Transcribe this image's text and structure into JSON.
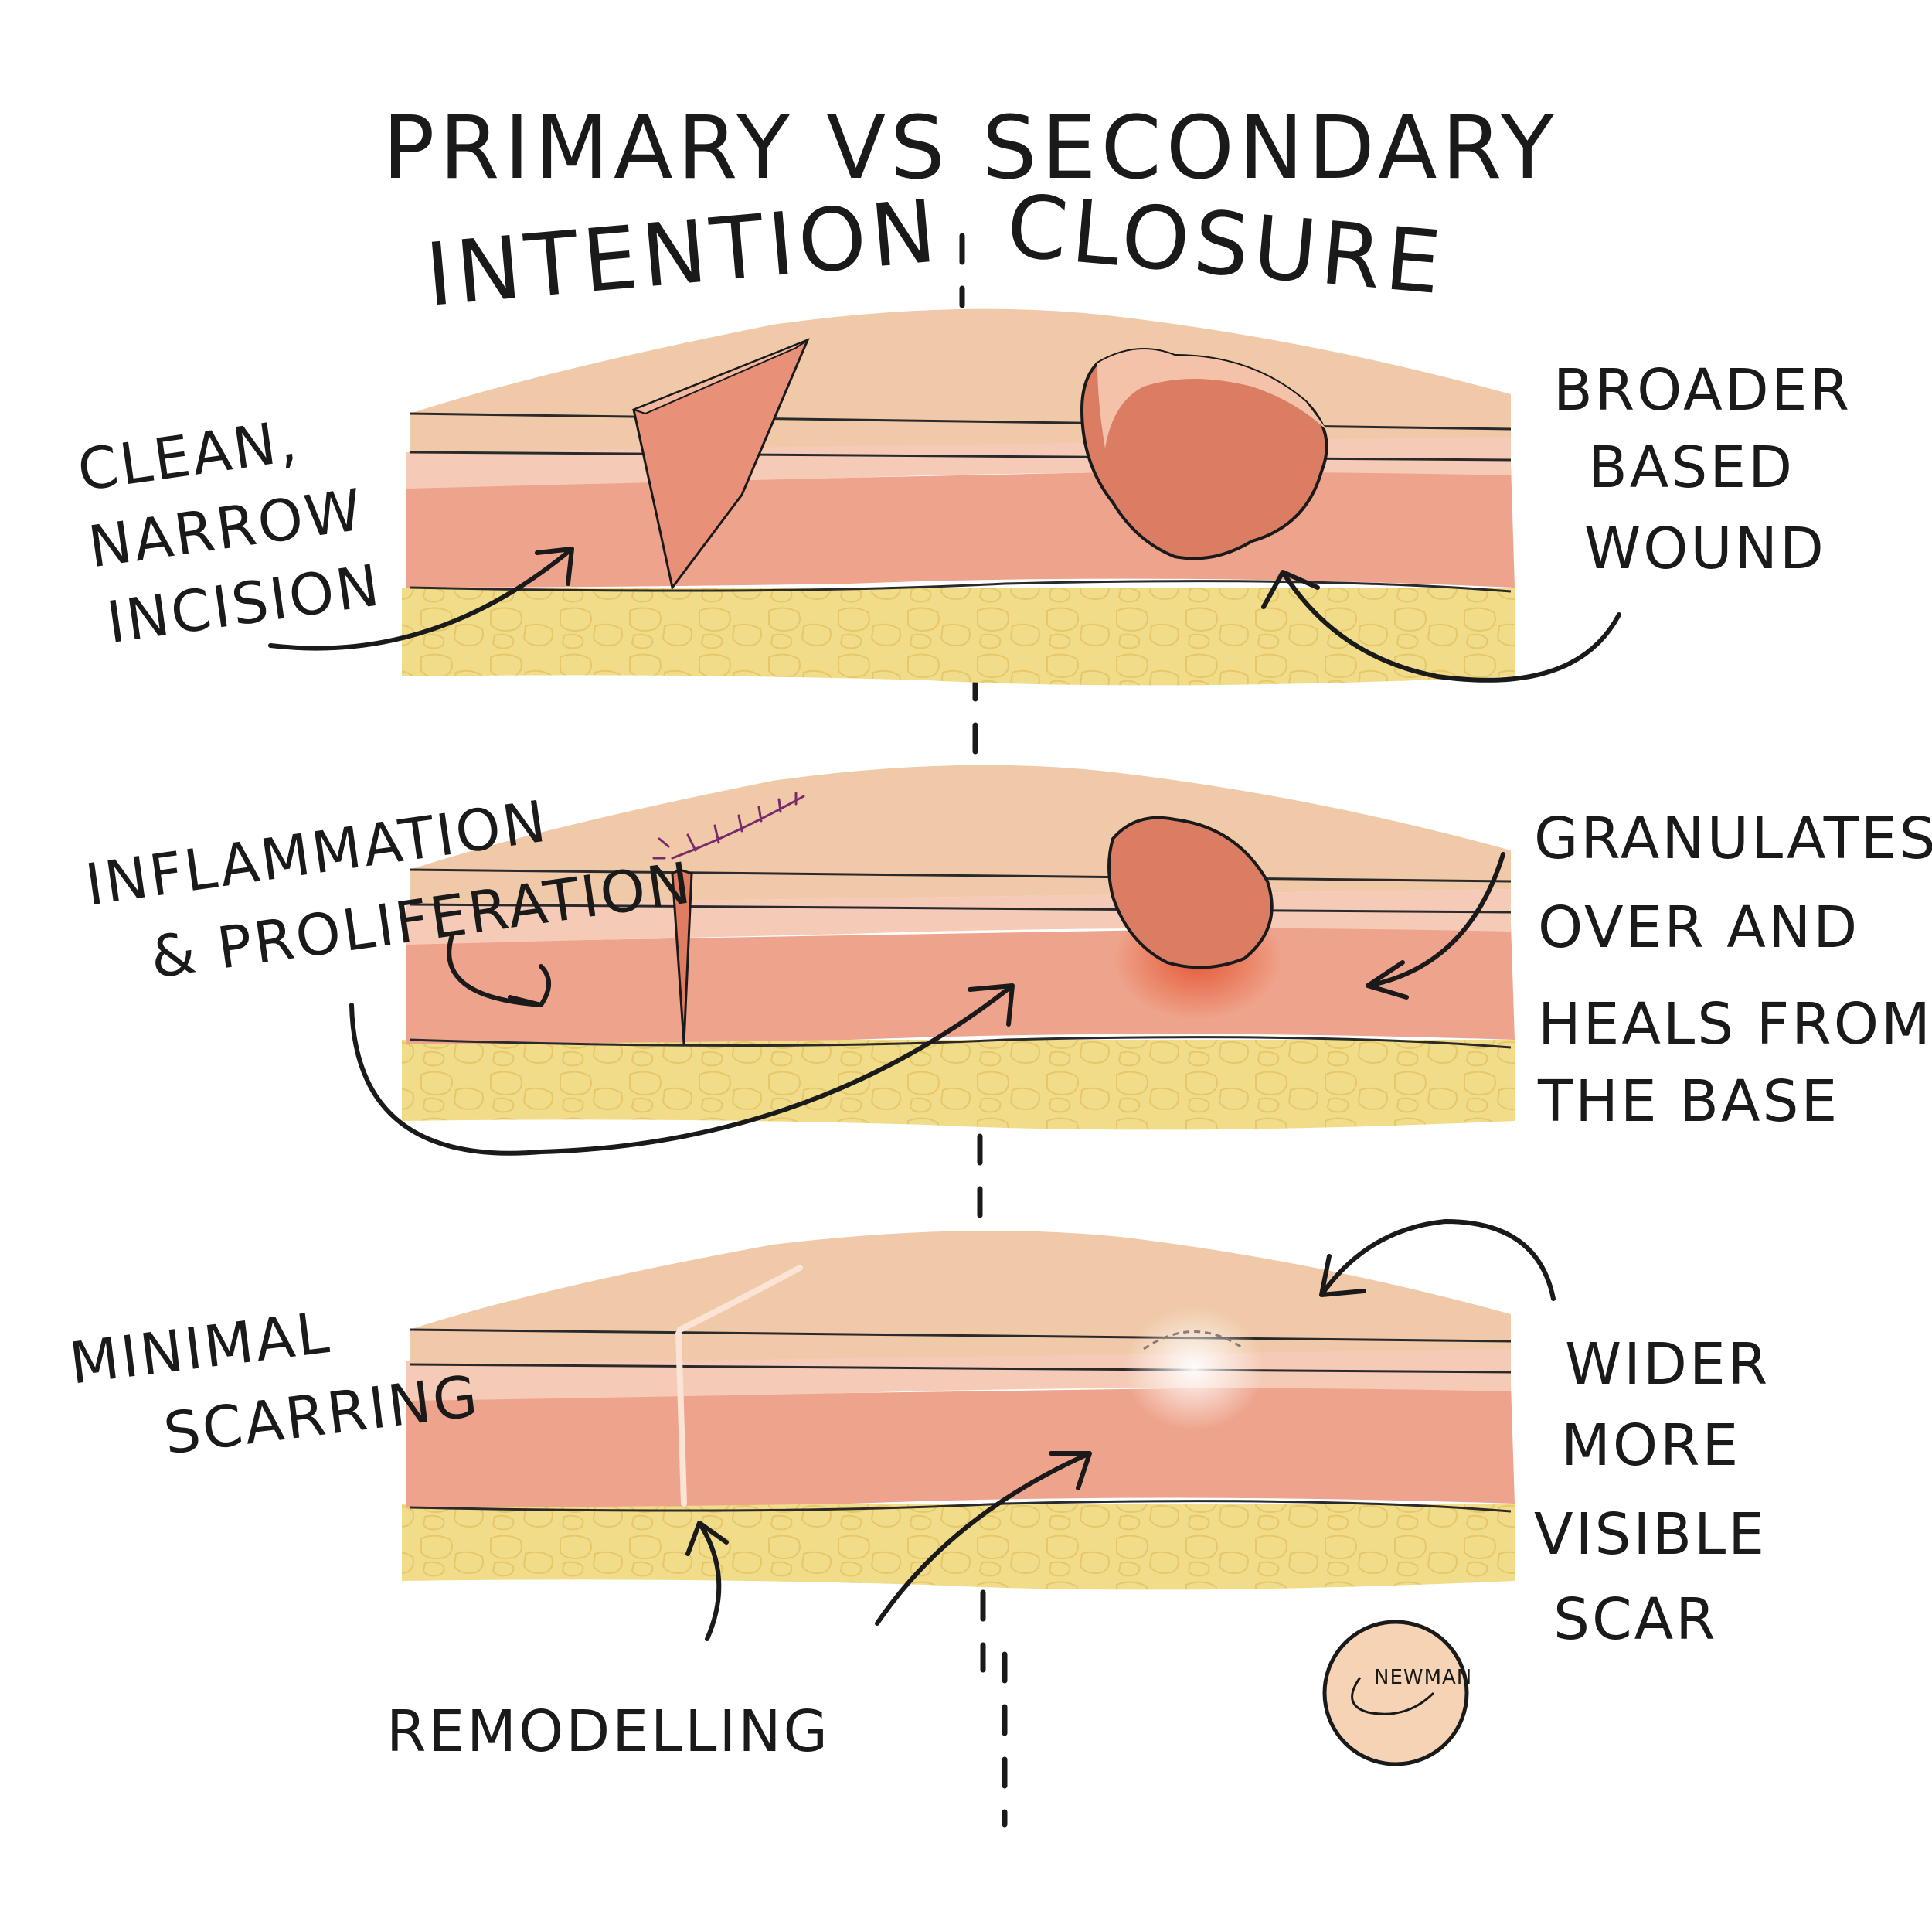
{
  "title": {
    "line1": "PRIMARY VS SECONDARY",
    "line2_left": "INTENTION",
    "line2_right": "CLOSURE"
  },
  "labels": {
    "clean": [
      "CLEAN,",
      "NARROW",
      "INCISION"
    ],
    "broader": [
      "BROADER",
      "BASED",
      "WOUND"
    ],
    "inflammation": [
      "INFLAMMATION",
      "& PROLIFERATION"
    ],
    "granulates": [
      "GRANULATES",
      "OVER AND",
      "HEALS FROM",
      "THE BASE"
    ],
    "minimal": [
      "MINIMAL",
      "SCARRING"
    ],
    "wider": [
      "WIDER",
      "MORE",
      "VISIBLE",
      "SCAR"
    ],
    "remodelling": "REMODELLING"
  },
  "signature": "NEWMAN",
  "colors": {
    "epidermis": "#f0c9a8",
    "dermis_upper": "#f4c2b0",
    "dermis": "#eea48c",
    "fat": "#f1de8c",
    "wound": "#d9826a",
    "inflammation": "#e8593a",
    "ink": "#1a1a1a",
    "stamp_fill": "#f7d3b5"
  }
}
